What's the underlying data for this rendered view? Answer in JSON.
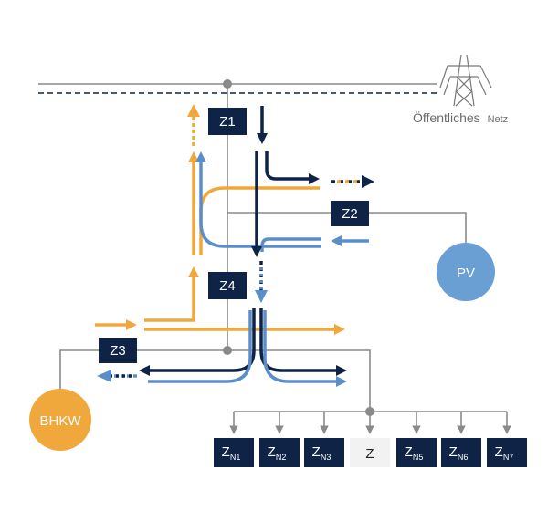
{
  "grid": {
    "label_main": "Öffentliches",
    "label_small": "Netz"
  },
  "meters": {
    "z1": "Z1",
    "z2": "Z2",
    "z3": "Z3",
    "z4": "Z4"
  },
  "sources": {
    "pv": "PV",
    "bhkw": "BHKW"
  },
  "consumers": [
    {
      "main": "Z",
      "sub": "N1"
    },
    {
      "main": "Z",
      "sub": "N2"
    },
    {
      "main": "Z",
      "sub": "N3"
    },
    {
      "main": "Z",
      "sub": ""
    },
    {
      "main": "Z",
      "sub": "N5"
    },
    {
      "main": "Z",
      "sub": "N6"
    },
    {
      "main": "Z",
      "sub": "N7"
    }
  ],
  "colors": {
    "navy": "#0f2346",
    "blue": "#5b8ec8",
    "orange": "#f0a83c",
    "line": "#8a8a8a",
    "pv": "#6a9fd4",
    "bhkw": "#f0a83c"
  }
}
